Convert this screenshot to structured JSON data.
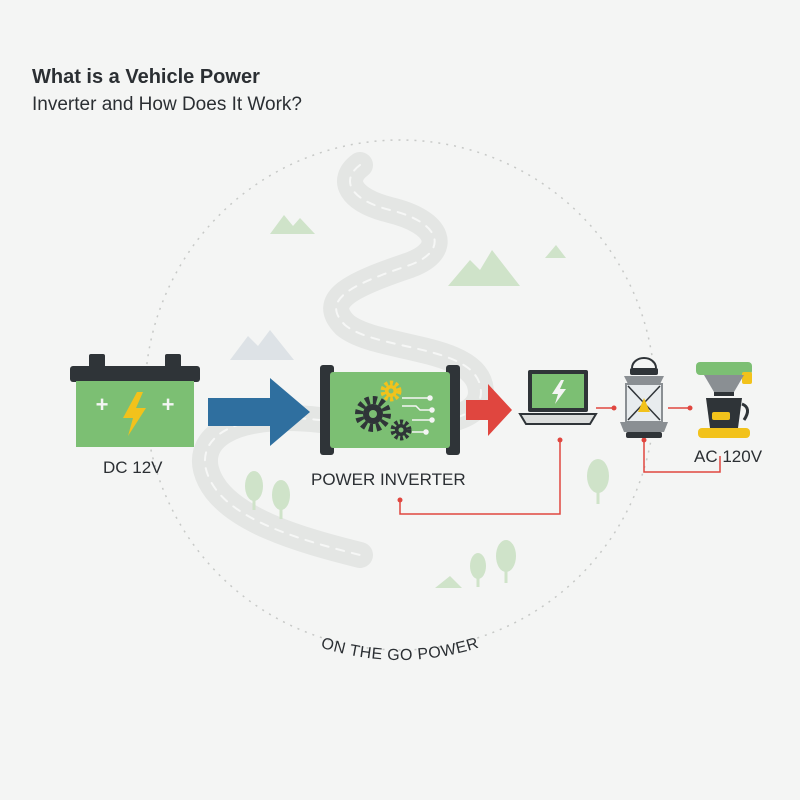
{
  "title": {
    "line1": "What is a Vehicle Power",
    "line2": "Inverter and How Does It Work?"
  },
  "labels": {
    "dc": "DC 12V",
    "inverter": "POWER INVERTER",
    "ac": "AC 120V"
  },
  "caption": "ON THE GO POWER",
  "colors": {
    "battery_body": "#7cbf73",
    "battery_top": "#2f3438",
    "inverter_body": "#7cbf73",
    "dc_arrow": "#2f6f9f",
    "ac_arrow": "#e0463f",
    "wire": "#e0463f",
    "gear_dark": "#2f3438",
    "gear_accent": "#f2c21b",
    "laptop_screen": "#7cbf73",
    "coffee_base": "#f2c21b",
    "scenery": "#cfe3c9"
  },
  "icons": [
    "battery-icon",
    "dc-arrow-icon",
    "power-inverter-icon",
    "ac-arrow-icon",
    "laptop-icon",
    "lantern-icon",
    "coffee-maker-icon"
  ]
}
